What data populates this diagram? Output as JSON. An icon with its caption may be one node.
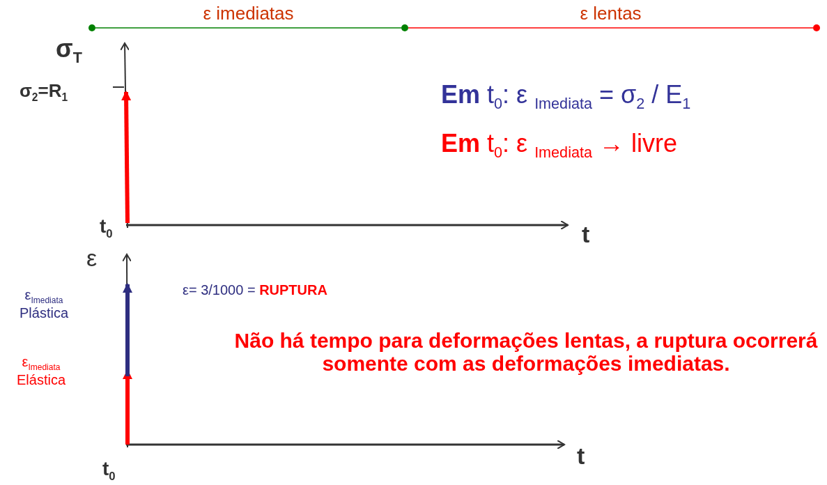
{
  "diagram": {
    "nodes": [
      {
        "text": [],
        "shape": "circle"
      },
      {
        "text": [],
        "shape": "circle"
      },
      {
        "text": [],
        "shape": "circle"
      }
    ],
    "edges": [
      {
        "from": 0,
        "to": 1,
        "arrow": "none",
        "label": "ε imediatas",
        "color": "#008000"
      },
      {
        "from": 1,
        "to": 2,
        "arrow": "none",
        "label": "ε lentas",
        "color": "#ff0000"
      }
    ],
    "labels": [
      "σ$_{T}$",
      "σ$_{2}$=R$_{1}$",
      "**Em** t$_{0}$: ε $_{Imediata}$ = σ$_{2}$ / E$_{1}$",
      "**Em** t$_{0}$: ε $_{Imediata}$ → livre",
      "t$_{0}$",
      "t",
      "ε",
      "ε$_{Imediata}$ Plástica",
      "ε= 3/1000 = **RUPTURA**",
      "ε$_{Imediata}$ Elástica",
      "Não há tempo para deformações lentas, a ruptura ocorrerá somente com as deformações imediatas.",
      "t$_{0}$",
      "t"
    ]
  }
}
